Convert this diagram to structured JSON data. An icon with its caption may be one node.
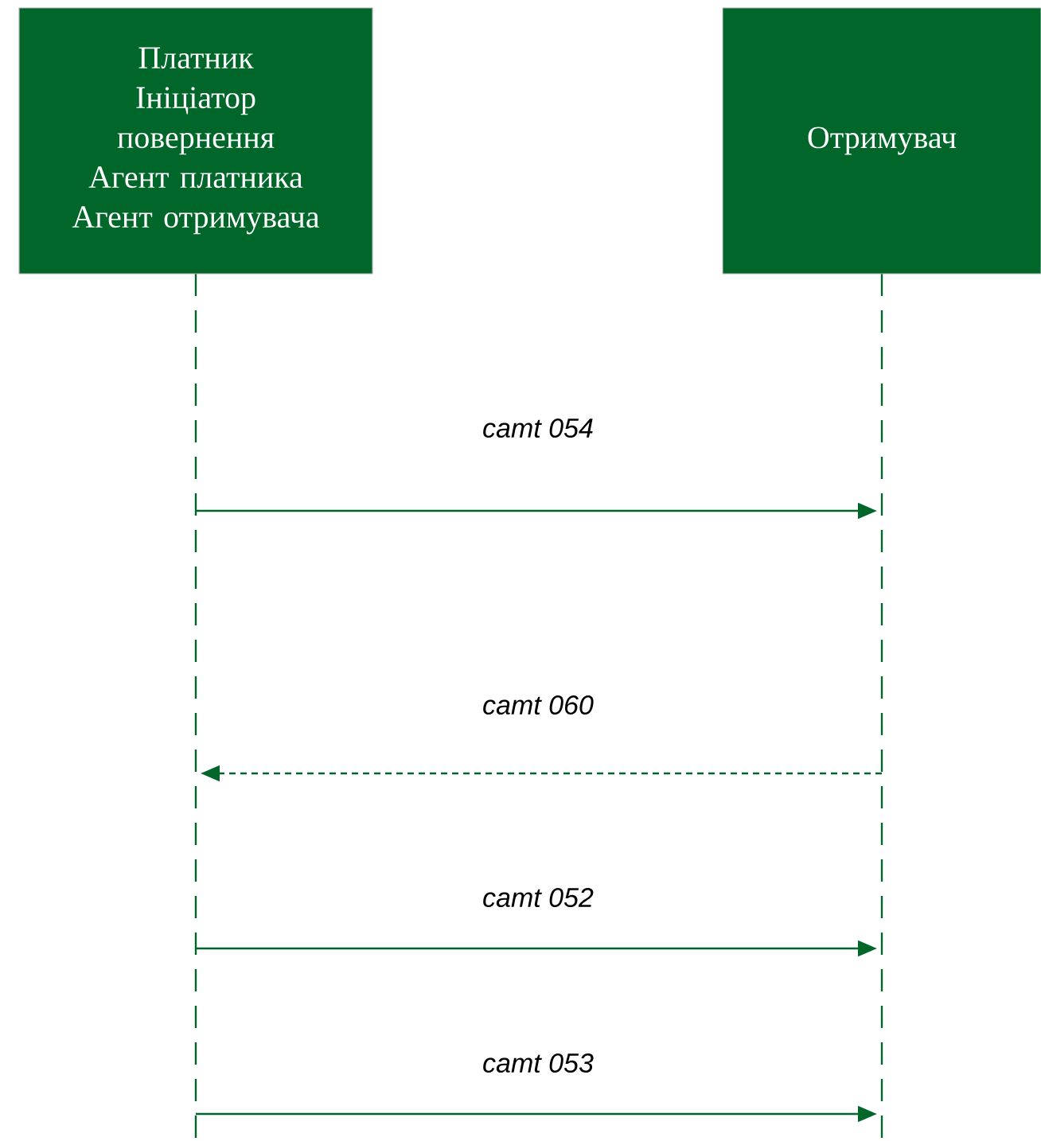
{
  "diagram": {
    "nodes": [
      {
        "text": [
          "Платник",
          "Ініціатор повернення",
          "Агент платника",
          "Агент отримувача"
        ]
      },
      {
        "text": [
          "Отримувач"
        ]
      }
    ],
    "edges": [
      {
        "from": 0,
        "to": 1,
        "arrow": "to",
        "label": "camt 054"
      },
      {
        "from": 1,
        "to": 0,
        "arrow": "to",
        "label": "camt 060",
        "style": "dashed"
      },
      {
        "from": 0,
        "to": 1,
        "arrow": "to",
        "label": "camt 052"
      },
      {
        "from": 0,
        "to": 1,
        "arrow": "to",
        "label": "camt 053"
      }
    ]
  }
}
